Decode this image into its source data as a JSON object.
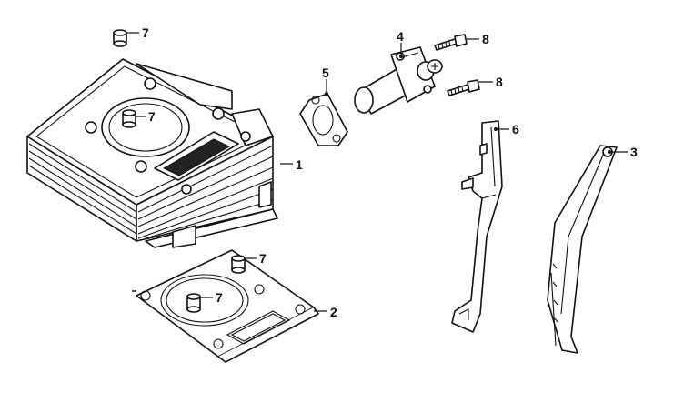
{
  "callouts": {
    "c1": "1",
    "c2": "2",
    "c3": "3",
    "c4": "4",
    "c5": "5",
    "c6": "6",
    "c7a": "7",
    "c7b": "7",
    "c7c": "7",
    "c7d": "7",
    "c8a": "8",
    "c8b": "8"
  }
}
